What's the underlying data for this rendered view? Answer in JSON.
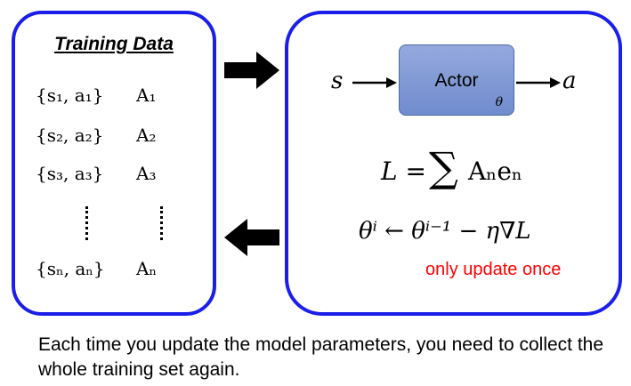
{
  "training_data": {
    "title": "Training Data",
    "rows": [
      {
        "pair": "{s₁, a₁}",
        "advantage": "A₁"
      },
      {
        "pair": "{s₂, a₂}",
        "advantage": "A₂"
      },
      {
        "pair": "{s₃, a₃}",
        "advantage": "A₃"
      },
      {
        "pair": "{sₙ, aₙ}",
        "advantage": "Aₙ"
      }
    ]
  },
  "model": {
    "input_label": "s",
    "actor_label": "Actor",
    "actor_param": "θ",
    "output_label": "a",
    "loss_lhs": "L =",
    "loss_sum": "∑",
    "loss_rhs": "Aₙeₙ",
    "update_rule": "θⁱ ← θⁱ⁻¹ − η∇L",
    "note": "only update once"
  },
  "caption": "Each time you update the model parameters, you need to collect the whole training set again.",
  "colors": {
    "panel_border": "#1a1ee8",
    "note": "#ff0000",
    "actor_fill": "#8099d6"
  }
}
